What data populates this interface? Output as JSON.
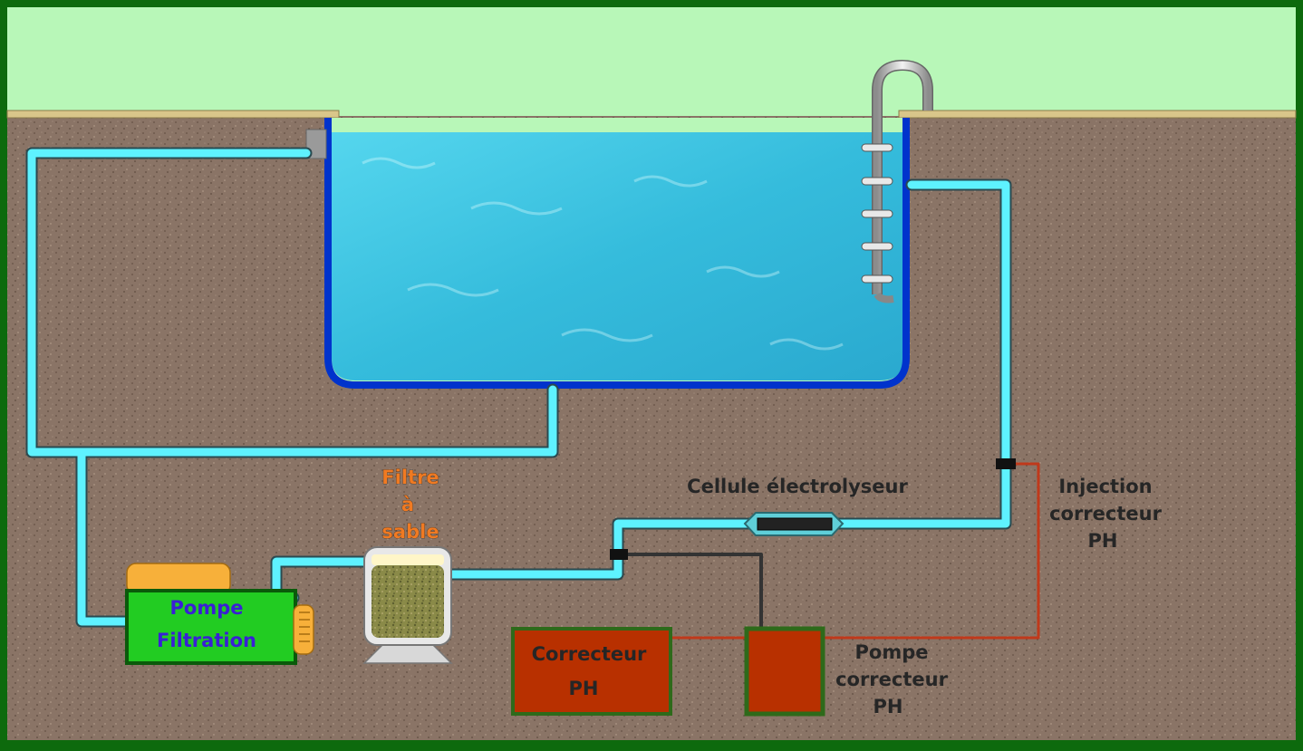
{
  "labels": {
    "filtre_line1": "Filtre",
    "filtre_line2": "à",
    "filtre_line3": "sable",
    "cellule": "Cellule  électrolyseur",
    "injection_line1": "Injection",
    "injection_line2": "correcteur",
    "injection_line3": "PH",
    "pompe_filtration_line1": "Pompe",
    "pompe_filtration_line2": "Filtration",
    "correcteur_line1": "Correcteur",
    "correcteur_line2": "PH",
    "pompe_correcteur_line1": "Pompe",
    "pompe_correcteur_line2": "correcteur",
    "pompe_correcteur_line3": "PH"
  },
  "colors": {
    "frame": "#0d6a0d",
    "sky": "#b8f7b8",
    "soil": "#8a7466",
    "pipe": "#5ef2ff",
    "pool_wall": "#0033cc",
    "water": "#3ec6e3",
    "pump_body": "#22cc22",
    "pump_top": "#f7b03a",
    "correcteur_box": "#b83000",
    "ph_line": "#c0391b",
    "label_orange": "#f07a22",
    "label_dark": "#262626",
    "label_blue": "#3a1fd6"
  }
}
